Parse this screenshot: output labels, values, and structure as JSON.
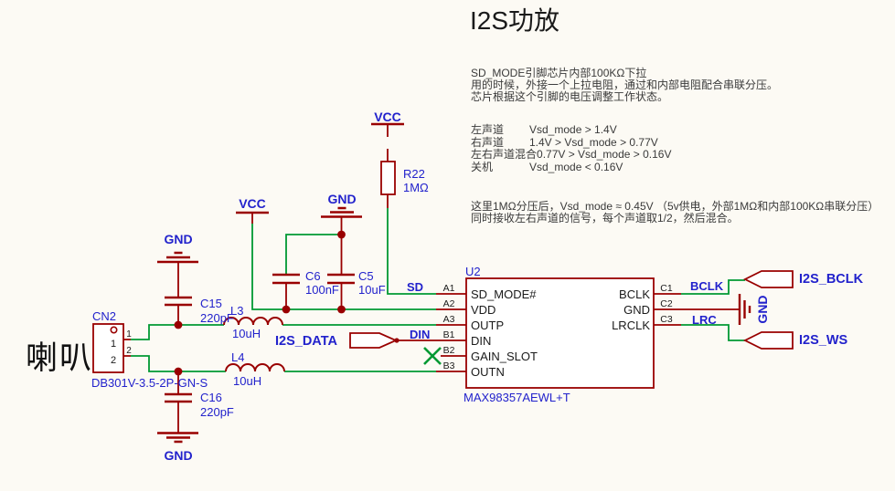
{
  "title": "I2S功放",
  "speaker_label": "喇叭",
  "annotations": {
    "para1": {
      "line1": "SD_MODE引脚芯片内部100KΩ下拉",
      "line2": "用的时候，外接一个上拉电阻，通过和内部电阻配合串联分压。",
      "line3": "芯片根据这个引脚的电压调整工作状态。"
    },
    "modes": [
      {
        "label": "左声道",
        "value": "Vsd_mode > 1.4V"
      },
      {
        "label": "右声道",
        "value": "1.4V > Vsd_mode > 0.77V"
      },
      {
        "label": "左右声道混合",
        "value": "0.77V > Vsd_mode > 0.16V"
      },
      {
        "label": "关机",
        "value": "Vsd_mode < 0.16V"
      }
    ],
    "para2": {
      "line1": "这里1MΩ分压后，Vsd_mode ≈ 0.45V （5v供电，外部1MΩ和内部100KΩ串联分压）",
      "line2": "同时接收左右声道的信号，每个声道取1/2，然后混合。"
    }
  },
  "power": {
    "vcc": "VCC",
    "gnd": "GND"
  },
  "components": {
    "r22": {
      "ref": "R22",
      "value": "1MΩ"
    },
    "c5": {
      "ref": "C5",
      "value": "10uF"
    },
    "c6": {
      "ref": "C6",
      "value": "100nF"
    },
    "c15": {
      "ref": "C15",
      "value": "220pF"
    },
    "c16": {
      "ref": "C16",
      "value": "220pF"
    },
    "l3": {
      "ref": "L3",
      "value": "10uH"
    },
    "l4": {
      "ref": "L4",
      "value": "10uH"
    },
    "cn2": {
      "ref": "CN2",
      "value": "DB301V-3.5-2P-GN-S",
      "pin1": "1",
      "pin2": "2"
    },
    "u2": {
      "ref": "U2",
      "value": "MAX98357AEWL+T",
      "left_pins": [
        {
          "num": "A1",
          "name": "SD_MODE#"
        },
        {
          "num": "A2",
          "name": "VDD"
        },
        {
          "num": "A3",
          "name": "OUTP"
        },
        {
          "num": "B1",
          "name": "DIN"
        },
        {
          "num": "B2",
          "name": "GAIN_SLOT"
        },
        {
          "num": "B3",
          "name": "OUTN"
        }
      ],
      "right_pins": [
        {
          "num": "C1",
          "name": "BCLK"
        },
        {
          "num": "C2",
          "name": "GND"
        },
        {
          "num": "C3",
          "name": "LRCLK"
        }
      ]
    }
  },
  "net_labels": {
    "sd": "SD",
    "din": "DIN",
    "bclk": "BCLK",
    "lrc": "LRC"
  },
  "ports": {
    "data": "I2S_DATA",
    "bclk": "I2S_BCLK",
    "ws": "I2S_WS"
  },
  "colors": {
    "wire_green": "#009933",
    "symbol_red": "#990000",
    "label_blue": "#2222cc"
  }
}
